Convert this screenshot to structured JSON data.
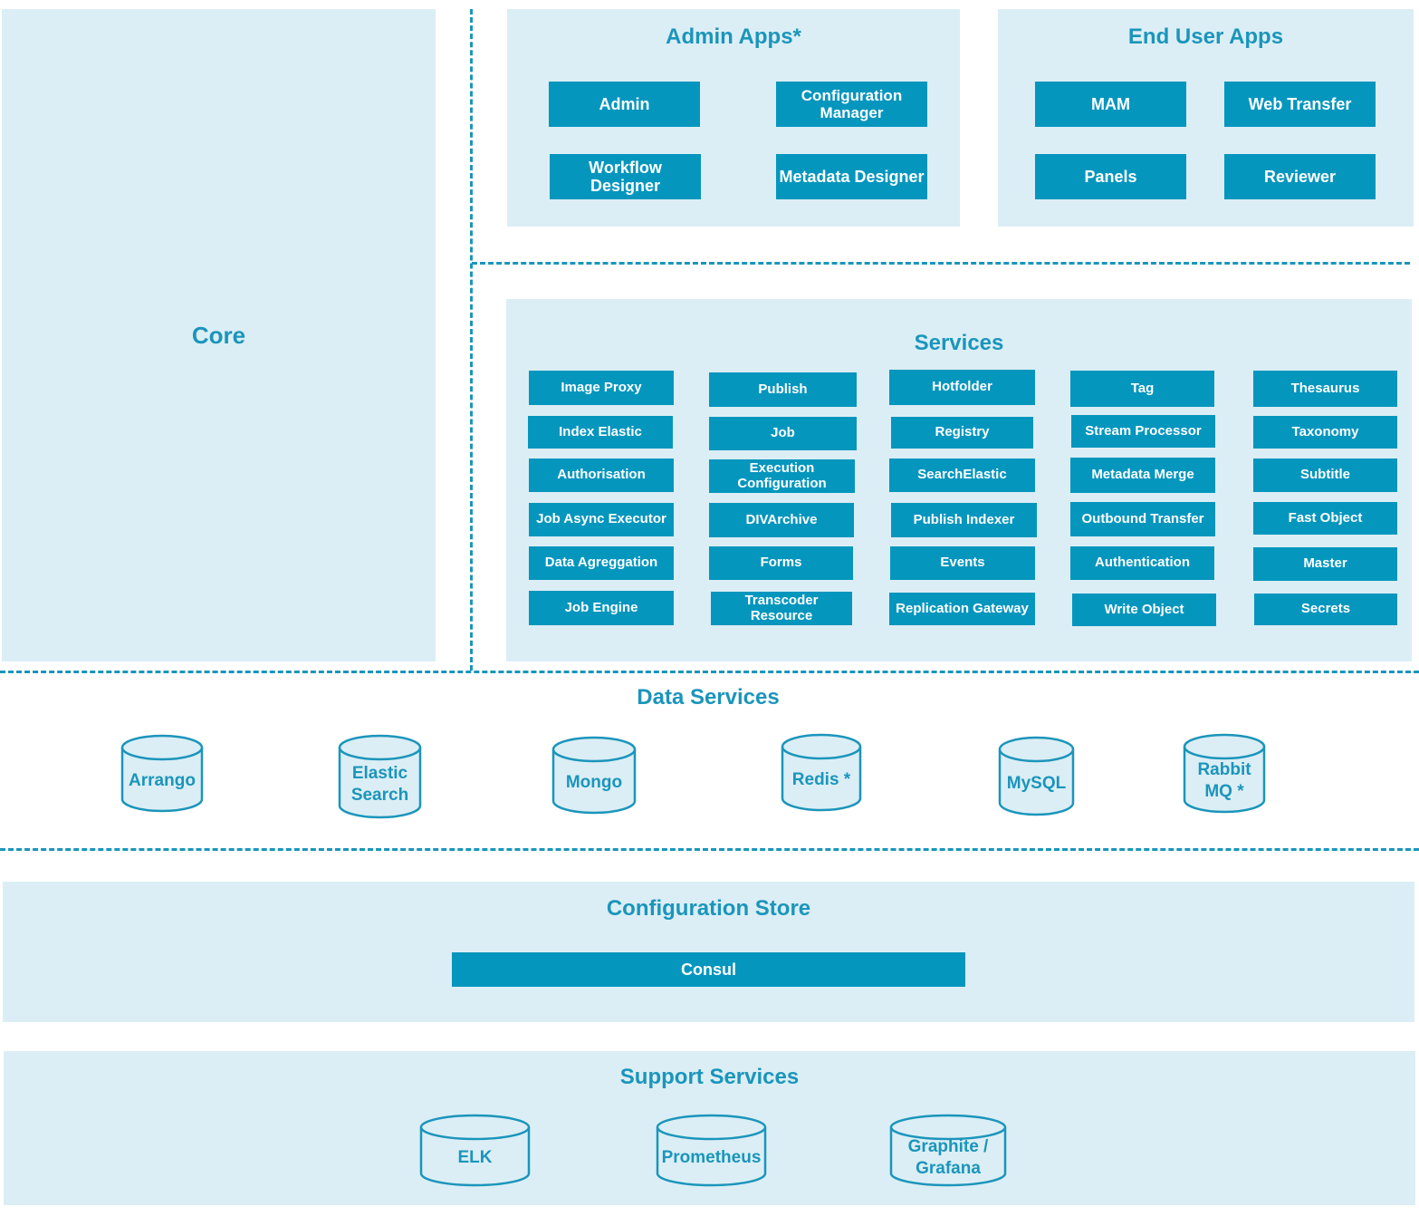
{
  "core": {
    "title": "Core"
  },
  "admin_apps": {
    "title": "Admin Apps*",
    "items": [
      "Admin",
      "Configuration Manager",
      "Workflow Designer",
      "Metadata Designer"
    ]
  },
  "end_user_apps": {
    "title": "End User Apps",
    "items": [
      "MAM",
      "Web Transfer",
      "Panels",
      "Reviewer"
    ]
  },
  "services": {
    "title": "Services",
    "columns": [
      [
        "Image Proxy",
        "Index Elastic",
        "Authorisation",
        "Job Async Executor",
        "Data Agreggation",
        "Job Engine"
      ],
      [
        "Publish",
        "Job",
        "Execution Configuration",
        "DIVArchive",
        "Forms",
        "Transcoder Resource"
      ],
      [
        "Hotfolder",
        "Registry",
        "SearchElastic",
        "Publish Indexer",
        "Events",
        "Replication Gateway"
      ],
      [
        "Tag",
        "Stream Processor",
        "Metadata Merge",
        "Outbound Transfer",
        "Authentication",
        "Write Object"
      ],
      [
        "Thesaurus",
        "Taxonomy",
        "Subtitle",
        "Fast Object",
        "Master",
        "Secrets"
      ]
    ]
  },
  "data_services": {
    "title": "Data Services",
    "items": [
      "Arrango",
      "Elastic\nSearch",
      "Mongo",
      "Redis *",
      "MySQL",
      "Rabbit\nMQ *"
    ]
  },
  "config_store": {
    "title": "Configuration Store",
    "item": "Consul"
  },
  "support_services": {
    "title": "Support Services",
    "items": [
      "ELK",
      "Prometheus",
      "Graphite /\nGrafana"
    ]
  },
  "colors": {
    "panel": "#dbeef5",
    "box": "#0596be",
    "accent": "#1b95bb"
  }
}
